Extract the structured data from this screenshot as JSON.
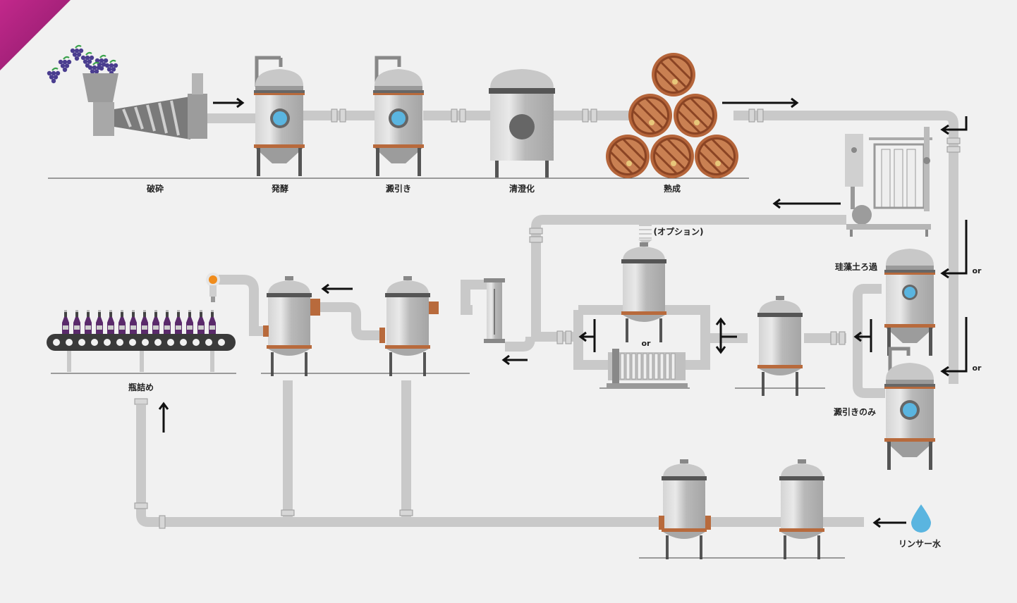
{
  "stages": {
    "crushing": "破砕",
    "fermentation": "発酵",
    "racking": "澱引き",
    "clarification": "清澄化",
    "aging": "熟成",
    "bottling": "瓶詰め"
  },
  "filter": {
    "diatomaceous": "珪藻土ろ過",
    "racking_only": "澱引きのみ",
    "option": "(オプション)",
    "or": "or"
  },
  "rinse_water": "リンサー水",
  "colors": {
    "accent": "#a4207a",
    "pipe": "#c9c9c9",
    "tank": "#b8b8b8",
    "copper": "#b86a3c",
    "water": "#5ab5e0",
    "barrel": "#b5653a",
    "grape": "#4a3d8f",
    "wine": "#5a2a6b"
  },
  "icons": [
    "grape-icon",
    "crusher-icon",
    "tank-icon",
    "barrel-icon",
    "filter-icon",
    "bottle-icon",
    "water-drop-icon",
    "arrow-icon"
  ]
}
